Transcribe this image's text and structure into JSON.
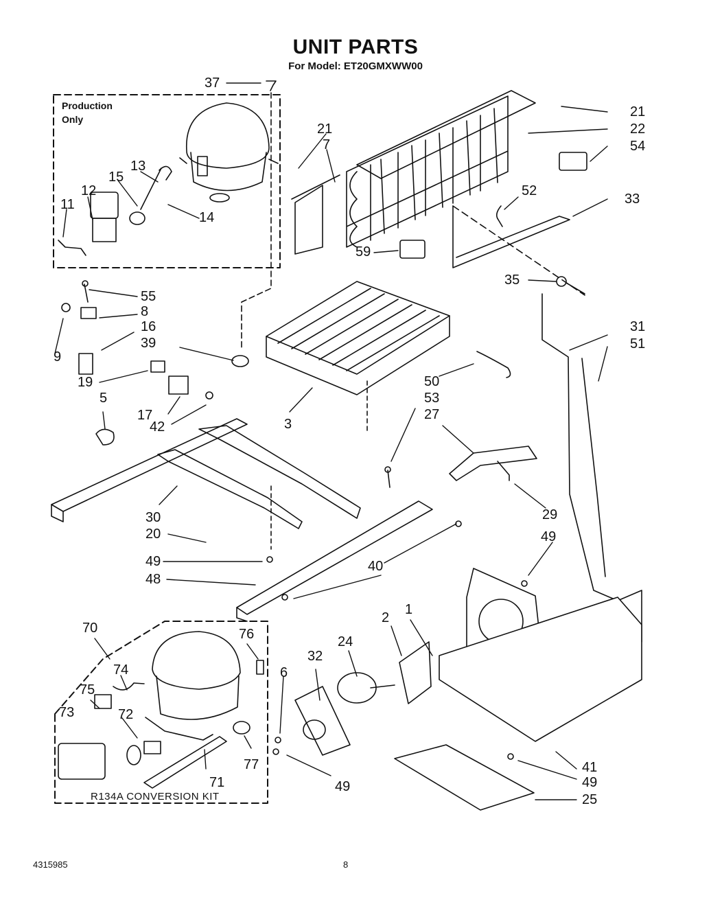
{
  "title": "UNIT PARTS",
  "subtitle": "For Model: ET20GMXWW00",
  "production_box": {
    "line1": "Production",
    "line2": "Only"
  },
  "kit_label": "R134A  CONVERSION  KIT",
  "footer": {
    "doc_number": "4315985",
    "page_number": "8"
  },
  "callouts": [
    "37",
    "21",
    "22",
    "54",
    "21",
    "7",
    "13",
    "15",
    "12",
    "11",
    "14",
    "52",
    "33",
    "59",
    "35",
    "55",
    "8",
    "16",
    "9",
    "39",
    "19",
    "5",
    "17",
    "42",
    "3",
    "31",
    "51",
    "50",
    "53",
    "27",
    "29",
    "30",
    "20",
    "49",
    "48",
    "40",
    "49",
    "70",
    "76",
    "74",
    "75",
    "73",
    "72",
    "71",
    "77",
    "6",
    "32",
    "24",
    "2",
    "1",
    "49",
    "41",
    "49",
    "25"
  ]
}
